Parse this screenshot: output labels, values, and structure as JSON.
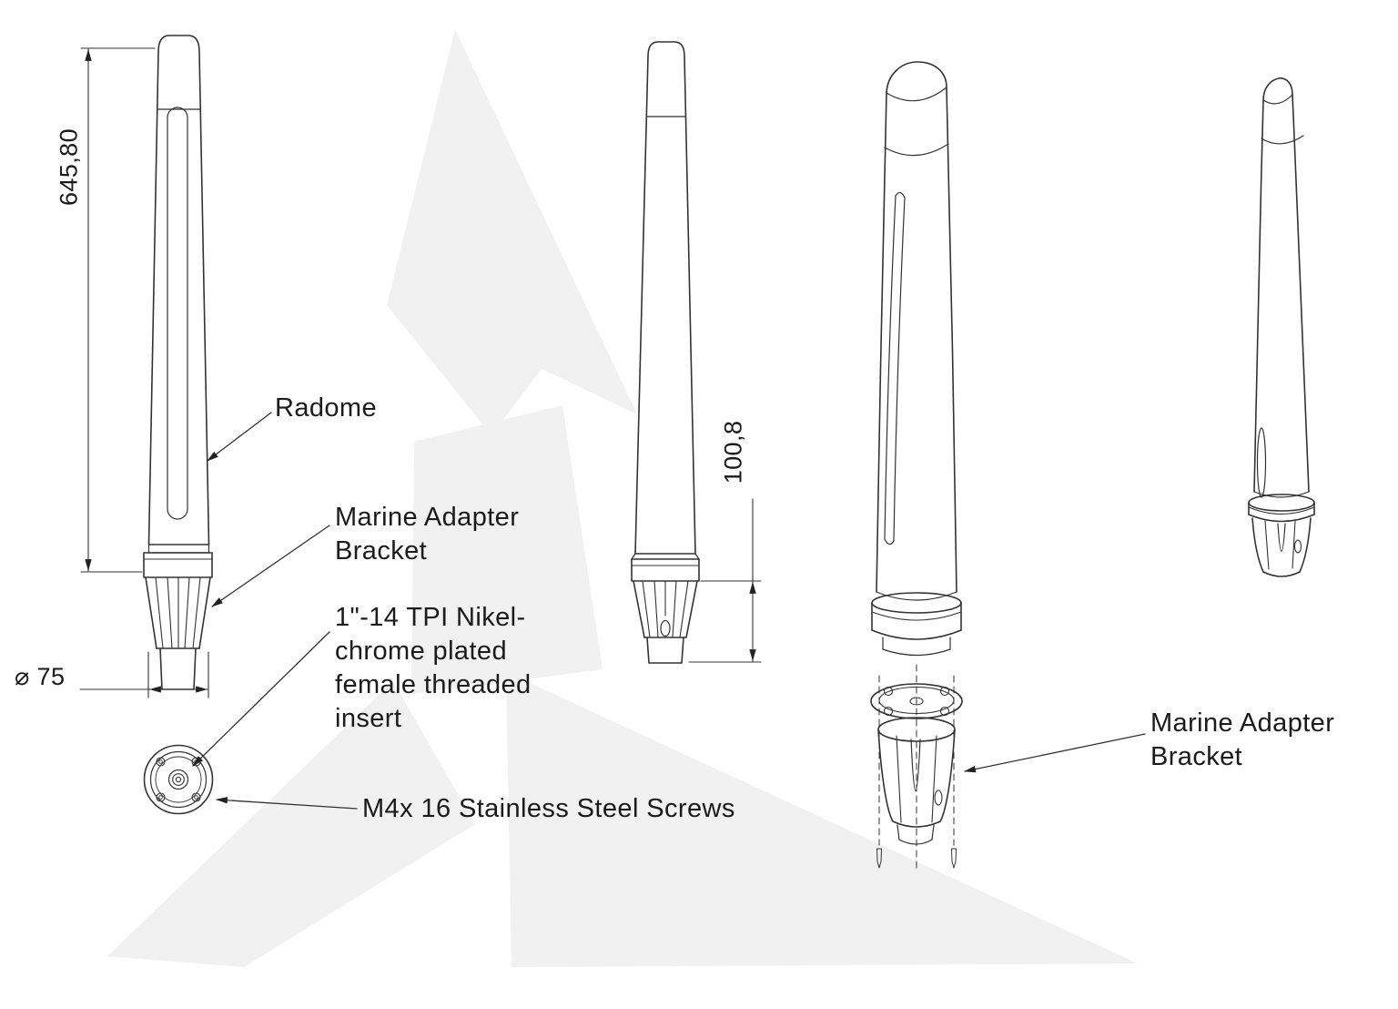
{
  "drawing": {
    "labels": {
      "radome": "Radome",
      "marine_adapter_left_line1": "Marine Adapter",
      "marine_adapter_left_line2": "Bracket",
      "threaded_insert_line1": "1\"-14 TPI Nikel-",
      "threaded_insert_line2": "chrome plated",
      "threaded_insert_line3": "female threaded",
      "threaded_insert_line4": "insert",
      "screws": "M4x 16 Stainless Steel Screws",
      "marine_adapter_right_line1": "Marine Adapter",
      "marine_adapter_right_line2": "Bracket"
    },
    "dimensions": {
      "overall_height": "645,80",
      "base_diameter": "⌀ 75",
      "bracket_height": "100,8"
    },
    "colors": {
      "line": "#333333",
      "arrow": "#222222",
      "watermark": "#f1f1f1"
    }
  }
}
